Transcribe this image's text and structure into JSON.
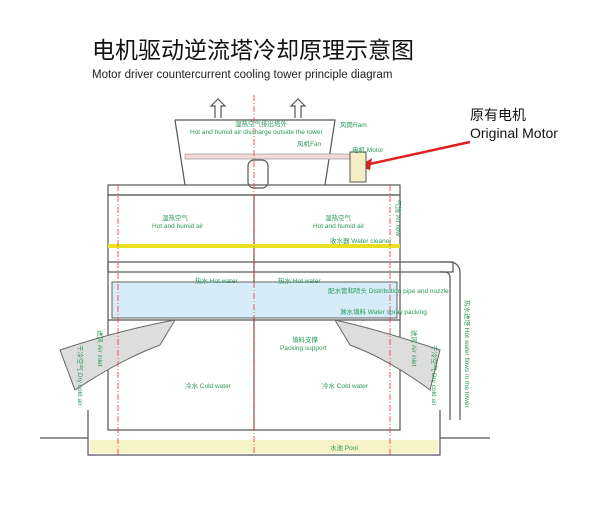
{
  "title_cn": "电机驱动逆流塔冷却原理示意图",
  "title_en": "Motor driver countercurrent cooling tower principle diagram",
  "callout": {
    "cn": "原有电机",
    "en": "Original Motor",
    "color": "#e02020"
  },
  "labels": {
    "discharge_cn": "湿热空气排出塔外",
    "discharge_en": "Hot and humid air discharge outside the tower",
    "ram": "风筒Ram",
    "fan": "风机Fan",
    "motor": "电机 Motor",
    "humid_cn": "湿热空气",
    "humid_en": "Hot and humid air",
    "cleaner": "收水器 Water cleaner",
    "hot_water": "热水 Hot water",
    "distribution": "配水管和喷头 Distribution pipe and nozzle",
    "packing": "淋水填料 Water spray packing",
    "support_cn": "填料支撑",
    "support_en": "Packing support",
    "cold_water": "冷水 Cold water",
    "pool": "水池 Pool",
    "air_inlet": "进风 Air inlet",
    "dry_air": "干冷空气 Dry cold air",
    "air_flow": "气流 Air flow",
    "hot_in": "热水进塔 Hot water flows in the tower"
  },
  "colors": {
    "label": "#2a9a5a",
    "cleaner": "#e8e020",
    "water": "#9fd0ee"
  }
}
